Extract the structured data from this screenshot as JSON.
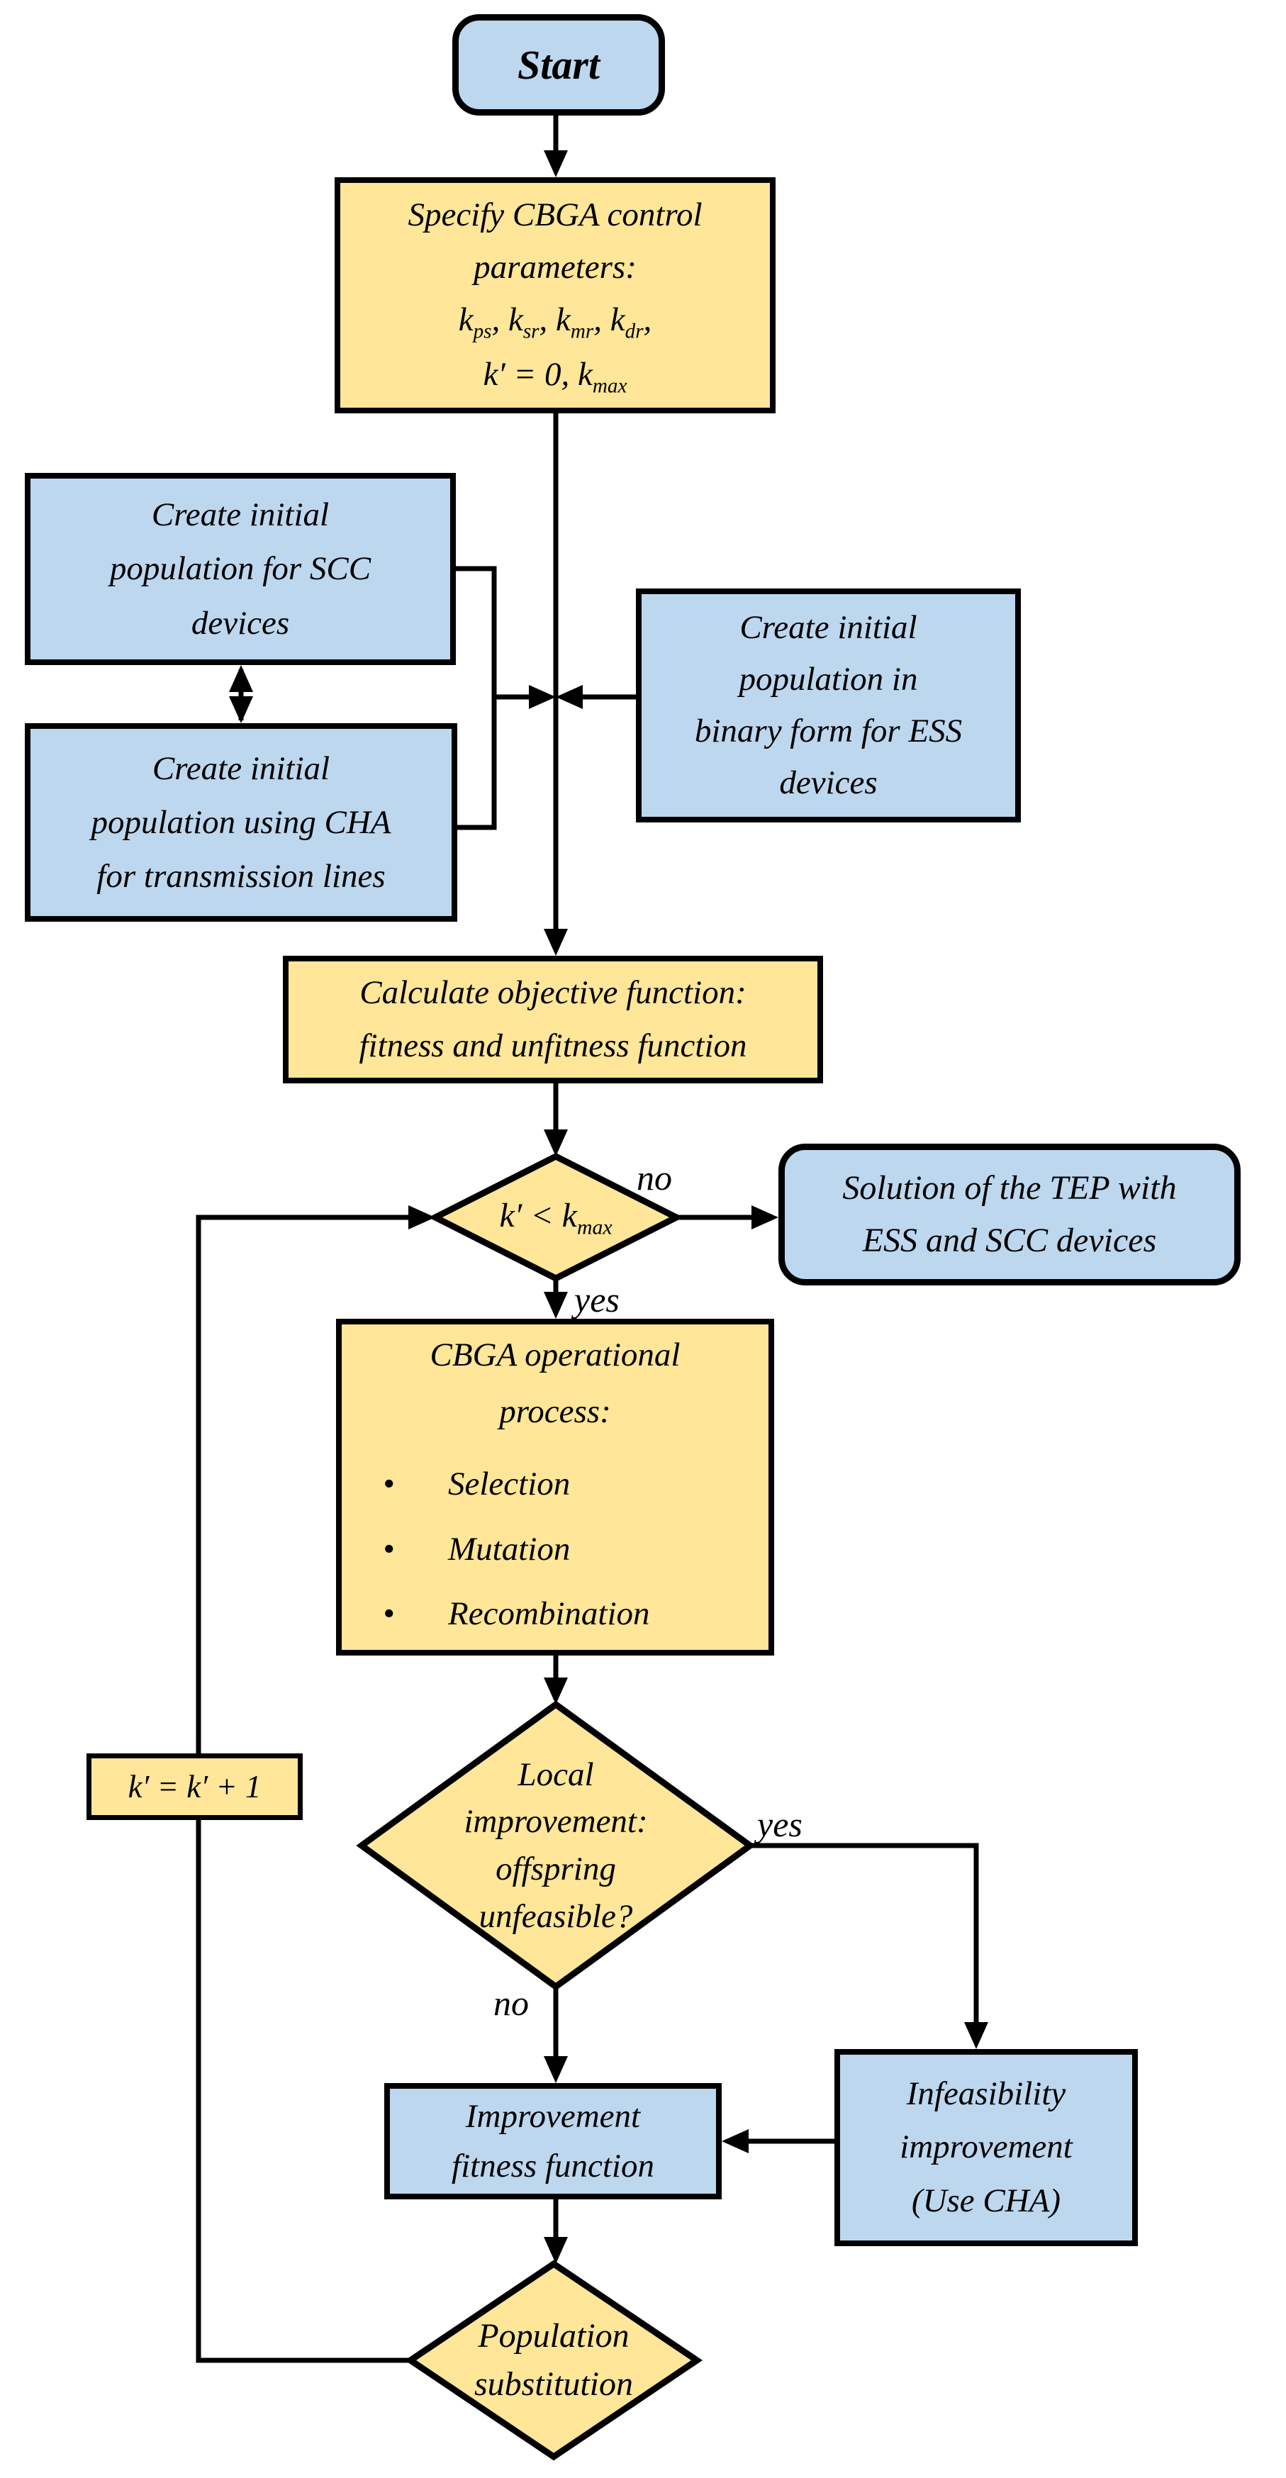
{
  "colors": {
    "node_blue": "#BDD7EE",
    "node_yellow": "#FFE699",
    "line": "#000000"
  },
  "nodes": {
    "start": {
      "label": "Start"
    },
    "specify_params": {
      "line1": "Specify CBGA control",
      "line2": "parameters:",
      "params": [
        {
          "base": "k",
          "sub": "ps",
          "sep": ", "
        },
        {
          "base": "k",
          "sub": "sr",
          "sep": ", "
        },
        {
          "base": "k",
          "sub": "mr",
          "sep": ", "
        },
        {
          "base": "k",
          "sub": "dr",
          "sep": ","
        }
      ],
      "init_pre": "k′ = 0, ",
      "init_base": "k",
      "init_sub": "max"
    },
    "create_scc": {
      "lines": [
        "Create initial",
        "population for SCC",
        "devices"
      ]
    },
    "create_cha": {
      "lines": [
        "Create initial",
        "population using CHA",
        "for transmission lines"
      ]
    },
    "create_ess": {
      "lines": [
        "Create initial",
        "population in",
        "binary form for ESS",
        "devices"
      ]
    },
    "calc_objective": {
      "lines": [
        "Calculate objective function:",
        "fitness and unfitness function"
      ]
    },
    "decision_iteration": {
      "cond_pre": "k′ < ",
      "cond_base": "k",
      "cond_sub": "max"
    },
    "solution": {
      "lines": [
        "Solution of the TEP with",
        "ESS and SCC devices"
      ]
    },
    "cbga_process": {
      "title_line1": "CBGA operational",
      "title_line2": "process:",
      "bullet_char": "•",
      "bullets": [
        "Selection",
        "Mutation",
        "Recombination"
      ]
    },
    "decision_local": {
      "lines": [
        "Local",
        "improvement:",
        "offspring",
        "unfeasible?"
      ]
    },
    "k_increment": {
      "label": "k′ = k′ + 1"
    },
    "infeasibility": {
      "lines": [
        "Infeasibility",
        "improvement",
        "(Use CHA)"
      ]
    },
    "improvement_fitness": {
      "lines": [
        "Improvement",
        "fitness function"
      ]
    },
    "population_substitution": {
      "lines": [
        "Population",
        "substitution"
      ]
    }
  },
  "edge_labels": {
    "iter_no": "no",
    "iter_yes": "yes",
    "local_yes": "yes",
    "local_no": "no"
  }
}
